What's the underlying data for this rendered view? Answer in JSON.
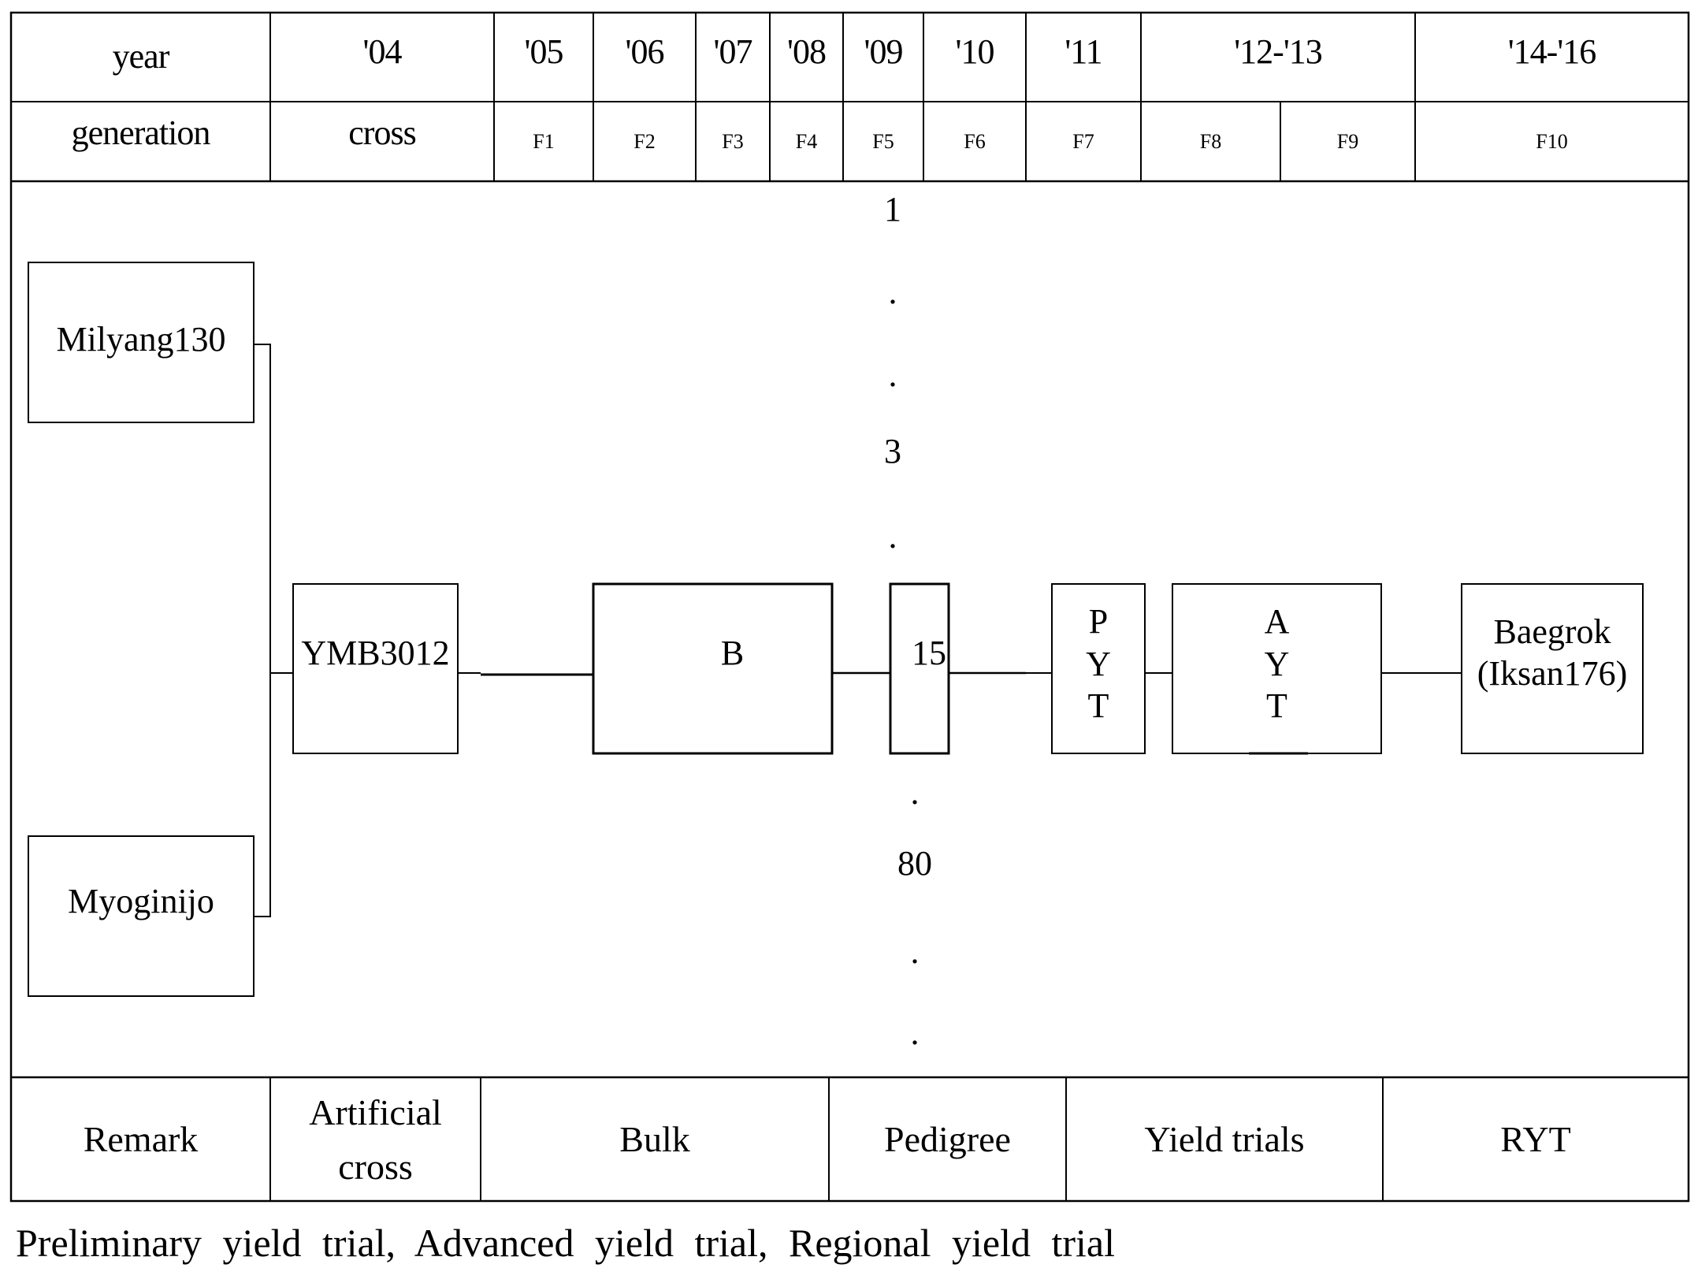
{
  "header": {
    "year_label": "year",
    "years": [
      "'04",
      "'05",
      "'06",
      "'07",
      "'08",
      "'09",
      "'10",
      "'11",
      "'12-'13",
      "'14-'16"
    ],
    "generation_label": "generation",
    "generations": [
      "cross",
      "F1",
      "F2",
      "F3",
      "F4",
      "F5",
      "F6",
      "F7",
      "F8",
      "F9",
      "F10"
    ]
  },
  "parents": {
    "female": "Milyang130",
    "male": "Myoginijo"
  },
  "nodes": {
    "cross_line": "YMB3012",
    "bulk": "B",
    "pedigree_line": "15",
    "pyt": [
      "P",
      "Y",
      "T"
    ],
    "ayt": [
      "A",
      "Y",
      "T"
    ],
    "variety": [
      "Baegrok",
      "(Iksan176)"
    ]
  },
  "selection_numbers": {
    "top": "1",
    "mid": "3",
    "bottom": "80",
    "dot": "."
  },
  "remarks": {
    "label": "Remark",
    "items": [
      "Artificial cross",
      "Bulk",
      "Pedigree",
      "Yield trials",
      "RYT"
    ]
  },
  "footnote": "Preliminary yield trial, Advanced yield trial, Regional yield trial"
}
